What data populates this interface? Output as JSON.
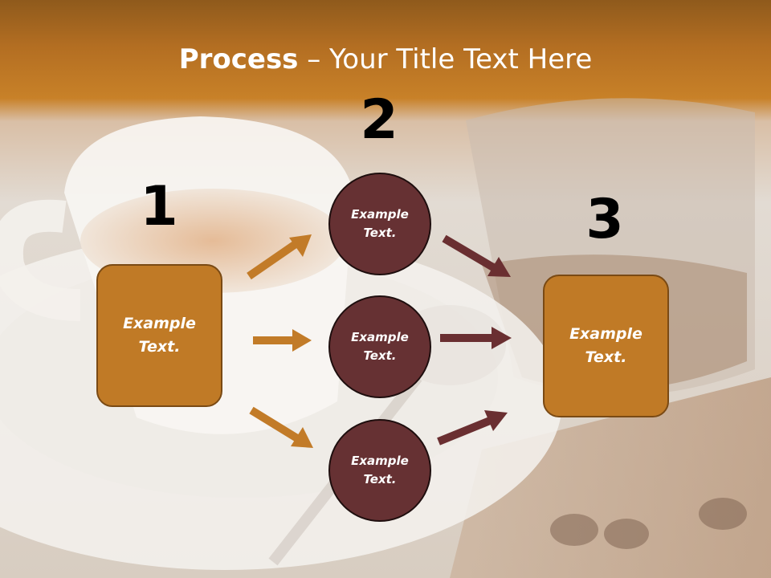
{
  "title": {
    "bold": "Process",
    "rest": " – Your Title Text Here"
  },
  "steps": {
    "one": "1",
    "two": "2",
    "three": "3"
  },
  "nodes": {
    "left": "Example Text.",
    "top": "Example Text.",
    "middle": "Example Text.",
    "bottom": "Example Text.",
    "right": "Example Text."
  },
  "colors": {
    "banner": "#c87d24",
    "box_fill": "#c07a26",
    "circle_fill": "#663133",
    "arrow_orange": "#c27b28",
    "arrow_maroon": "#6a2f31"
  }
}
